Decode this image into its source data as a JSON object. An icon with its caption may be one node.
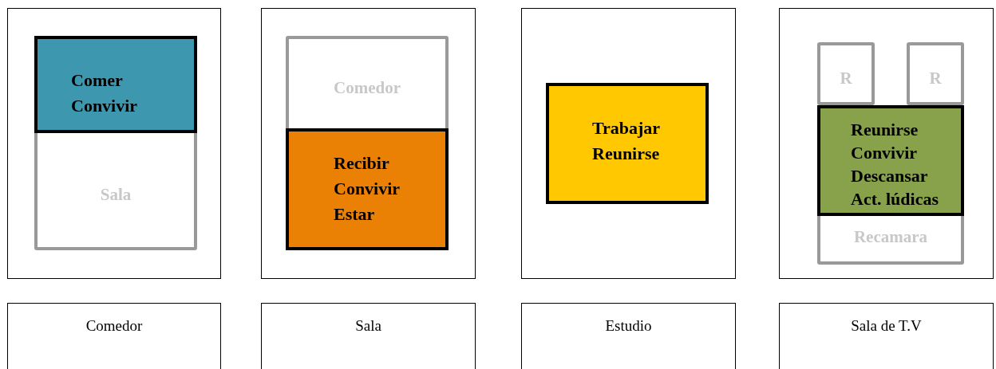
{
  "diagram": {
    "nodes": [
      {
        "text": [],
        "shape": "box"
      },
      {
        "text": [
          "Sala"
        ],
        "in": 0
      },
      {
        "text": [
          "Comer",
          "Convivir"
        ],
        "in": 1
      },
      {
        "text": [],
        "shape": "box"
      },
      {
        "text": [
          "Comedor"
        ],
        "in": 3
      },
      {
        "text": [
          "Recibir",
          "Convivir",
          "Estar"
        ],
        "in": 4
      },
      {
        "text": [],
        "shape": "box"
      },
      {
        "text": [
          "Trabajar",
          "Reunirse"
        ],
        "in": 6
      },
      {
        "text": [],
        "shape": "box"
      },
      {
        "text": [
          "R"
        ],
        "in": 8
      },
      {
        "text": [
          "R"
        ],
        "in": 8
      },
      {
        "text": [
          "Recamara"
        ],
        "in": 8
      },
      {
        "text": [
          "Reunirse",
          "Convivir",
          "Descansar",
          "Act. lúdicas"
        ],
        "in": 11
      },
      {
        "text": [
          "Comedor"
        ]
      },
      {
        "text": [
          "Sala"
        ]
      },
      {
        "text": [
          "Estudio"
        ]
      },
      {
        "text": [
          "Sala de T.V"
        ]
      }
    ]
  }
}
